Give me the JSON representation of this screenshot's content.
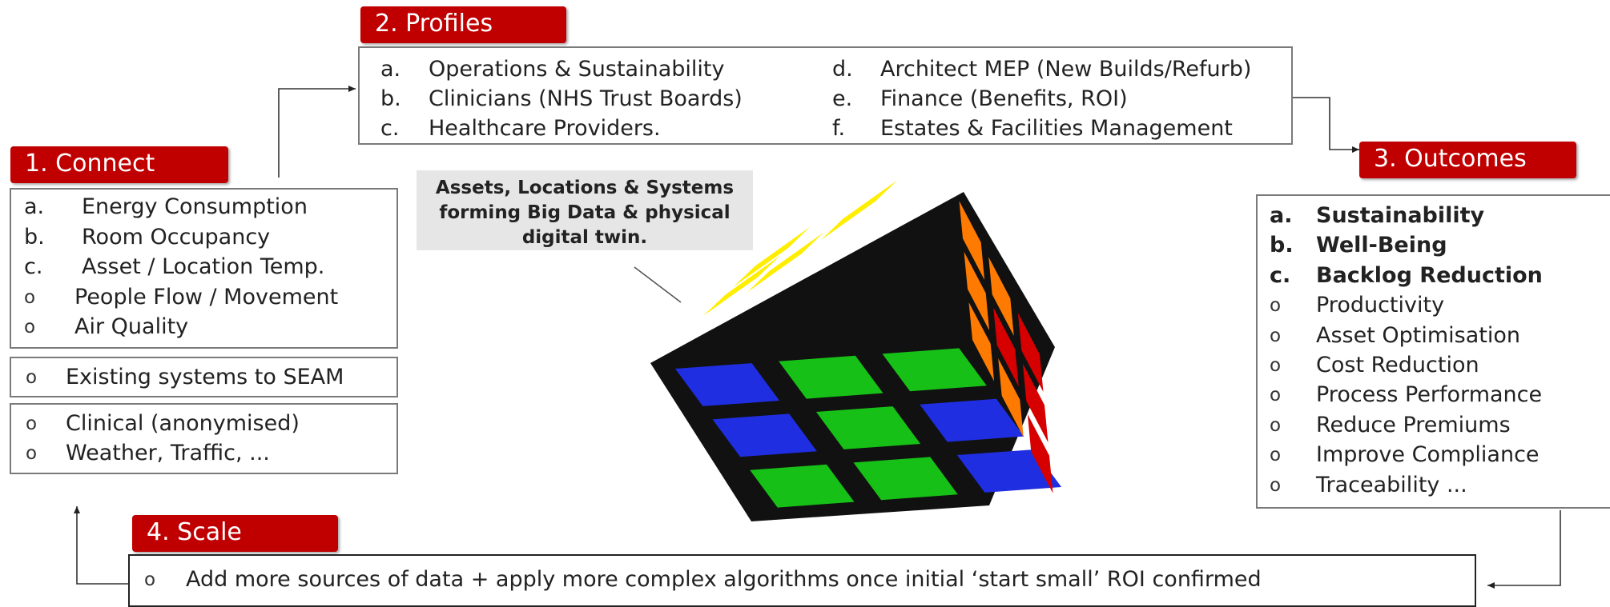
{
  "connect": {
    "title": "1. Connect",
    "primary_items": [
      {
        "marker": "a.",
        "text": "Energy Consumption"
      },
      {
        "marker": "b.",
        "text": "Room Occupancy"
      },
      {
        "marker": "c.",
        "text": "Asset / Location Temp."
      },
      {
        "marker": "o",
        "text": "People Flow / Movement"
      },
      {
        "marker": "o",
        "text": "Air Quality"
      }
    ],
    "existing_item": {
      "marker": "o",
      "text": "Existing systems to SEAM"
    },
    "extra_items": [
      {
        "marker": "o",
        "text": "Clinical (anonymised)"
      },
      {
        "marker": "o",
        "text": "Weather, Traffic, ..."
      }
    ]
  },
  "profiles": {
    "title": "2. Profiles",
    "items": [
      {
        "marker": "a.",
        "text": "Operations & Sustainability"
      },
      {
        "marker": "b.",
        "text": "Clinicians (NHS Trust Boards)"
      },
      {
        "marker": "c.",
        "text": "Healthcare Providers."
      },
      {
        "marker": "d.",
        "text": "Architect MEP (New Builds/Refurb)"
      },
      {
        "marker": "e.",
        "text": "Finance (Benefits, ROI)"
      },
      {
        "marker": "f.",
        "text": "Estates & Facilities Management"
      }
    ]
  },
  "outcomes": {
    "title": "3. Outcomes",
    "items": [
      {
        "marker": "a.",
        "text": "Sustainability",
        "bold": true
      },
      {
        "marker": "b.",
        "text": "Well-Being",
        "bold": true
      },
      {
        "marker": "c.",
        "text": "Backlog Reduction",
        "bold": true
      },
      {
        "marker": "o",
        "text": "Productivity",
        "bold": false
      },
      {
        "marker": "o",
        "text": "Asset Optimisation",
        "bold": false
      },
      {
        "marker": "o",
        "text": "Cost Reduction",
        "bold": false
      },
      {
        "marker": "o",
        "text": "Process Performance",
        "bold": false
      },
      {
        "marker": "o",
        "text": "Reduce Premiums",
        "bold": false
      },
      {
        "marker": "o",
        "text": "Improve Compliance",
        "bold": false
      },
      {
        "marker": "o",
        "text": "Traceability ...",
        "bold": false
      }
    ]
  },
  "scale": {
    "title": "4. Scale",
    "item": {
      "marker": "o",
      "text": "Add more sources of data + apply more complex algorithms once initial ‘start small’ ROI confirmed"
    }
  },
  "cube_callout": {
    "lines": [
      "Assets, Locations & Systems",
      "forming Big Data & physical",
      "digital twin."
    ]
  },
  "colors": {
    "label_red": "#c00000",
    "box_border": "#7a7a7a",
    "callout_bg": "#e6e6e6",
    "cube_yellow": "#ffee00",
    "cube_white": "#ffffff",
    "cube_green": "#16c016",
    "cube_blue": "#1f2ee0",
    "cube_red": "#d60000",
    "cube_orange": "#ff7a00"
  }
}
